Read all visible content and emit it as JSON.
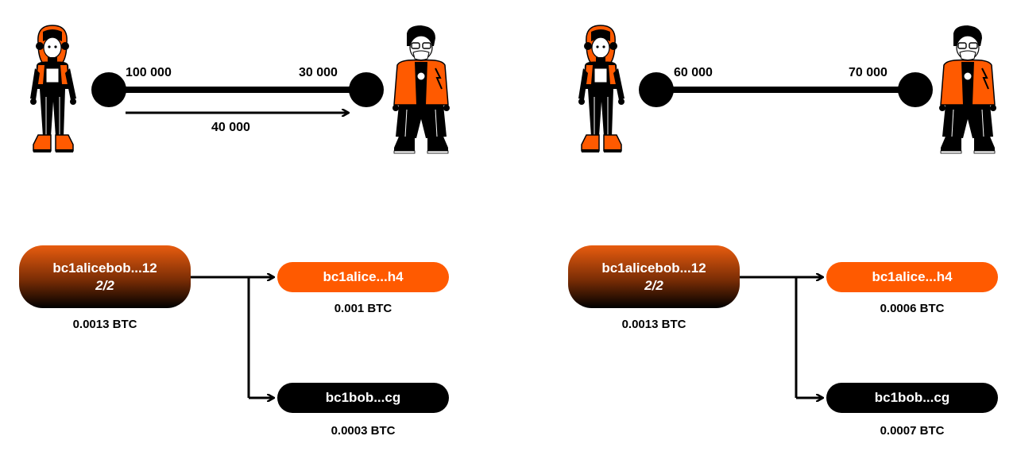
{
  "colors": {
    "orange": "#ff5a00",
    "black": "#000000"
  },
  "panels": [
    {
      "channel": {
        "left_balance": "100 000",
        "right_balance": "30 000",
        "payment": "40 000"
      },
      "tx": {
        "input_address": "bc1alicebob...12",
        "input_signatures": "2/2",
        "input_amount": "0.0013 BTC",
        "output_alice_address": "bc1alice...h4",
        "output_alice_amount": "0.001 BTC",
        "output_bob_address": "bc1bob...cg",
        "output_bob_amount": "0.0003 BTC"
      }
    },
    {
      "channel": {
        "left_balance": "60 000",
        "right_balance": "70 000"
      },
      "tx": {
        "input_address": "bc1alicebob...12",
        "input_signatures": "2/2",
        "input_amount": "0.0013 BTC",
        "output_alice_address": "bc1alice...h4",
        "output_alice_amount": "0.0006 BTC",
        "output_bob_address": "bc1bob...cg",
        "output_bob_amount": "0.0007 BTC"
      }
    }
  ]
}
